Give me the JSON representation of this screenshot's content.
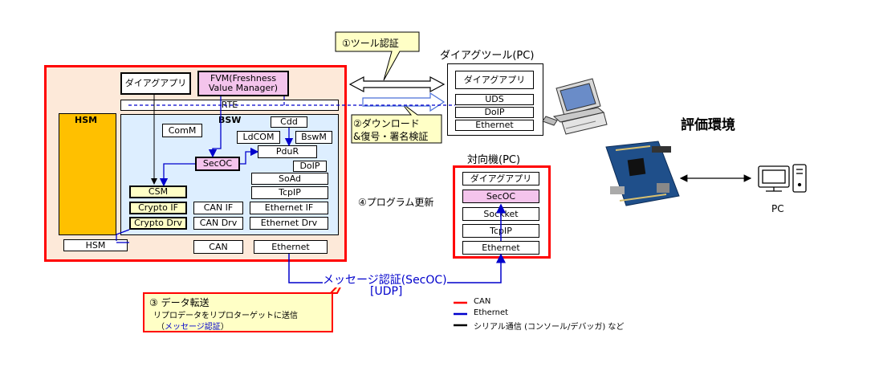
{
  "ecu": {
    "diag_app": "ダイアグアプリ",
    "fvm": "FVM(Freshness Value Manager)",
    "rte": "RTE",
    "hsm_title": "HSM",
    "hsm_bottom": "HSM",
    "bsw": "BSW",
    "comm": "ComM",
    "cdd": "Cdd",
    "ldcom": "LdCOM",
    "bswm": "BswM",
    "pdur": "PduR",
    "secoc": "SecOC",
    "doip": "DoIP",
    "soad": "SoAd",
    "tcpip": "TcpIP",
    "csm": "CSM",
    "crypto_if": "Crypto IF",
    "can_if": "CAN IF",
    "ethernet_if": "Ethernet IF",
    "crypto_drv": "Crypto Drv",
    "can_drv": "CAN Drv",
    "ethernet_drv": "Ethernet Drv",
    "can": "CAN",
    "ethernet": "Ethernet"
  },
  "callouts": {
    "tool_auth": "①ツール認証",
    "download_1": "②ダウンロード",
    "download_2": "&復号・署名検証",
    "data_transfer_title": "③ データ転送",
    "data_transfer_line": "リプロデータをリプロターゲットに送信",
    "data_transfer_auth_open": "（",
    "data_transfer_auth": "メッセージ認証",
    "data_transfer_auth_close": "）",
    "program_update": "④プログラム更新"
  },
  "diag_tool": {
    "title": "ダイアグツール(PC)",
    "app": "ダイアグアプリ",
    "uds": "UDS",
    "doip": "DoIP",
    "ethernet": "Ethernet"
  },
  "peer": {
    "title": "対向機(PC)",
    "app": "ダイアグアプリ",
    "secoc": "SecOC",
    "socket": "Sockket",
    "tcpip": "TcpIP",
    "ethernet": "Ethernet"
  },
  "secoc_link": {
    "label": "メッセージ認証(SecOC)",
    "sublabel": "[UDP]"
  },
  "legend": [
    {
      "label": "CAN",
      "color": "#ff0000"
    },
    {
      "label": "Ethernet",
      "color": "#0000cc"
    },
    {
      "label": "シリアル通信 (コンソール/デバッガ) など",
      "color": "#000000"
    }
  ],
  "eval_env": {
    "title": "評価環境",
    "pc_label": "PC"
  },
  "colors": {
    "red": "#ff0000",
    "hsm_orange": "#ffc000",
    "ecu_fill": "#fde9d9",
    "bsw_fill": "#ddeeff",
    "blue_line": "#0000cc",
    "callout_yellow": "#ffffc6",
    "pink": "#f4c4ec"
  }
}
